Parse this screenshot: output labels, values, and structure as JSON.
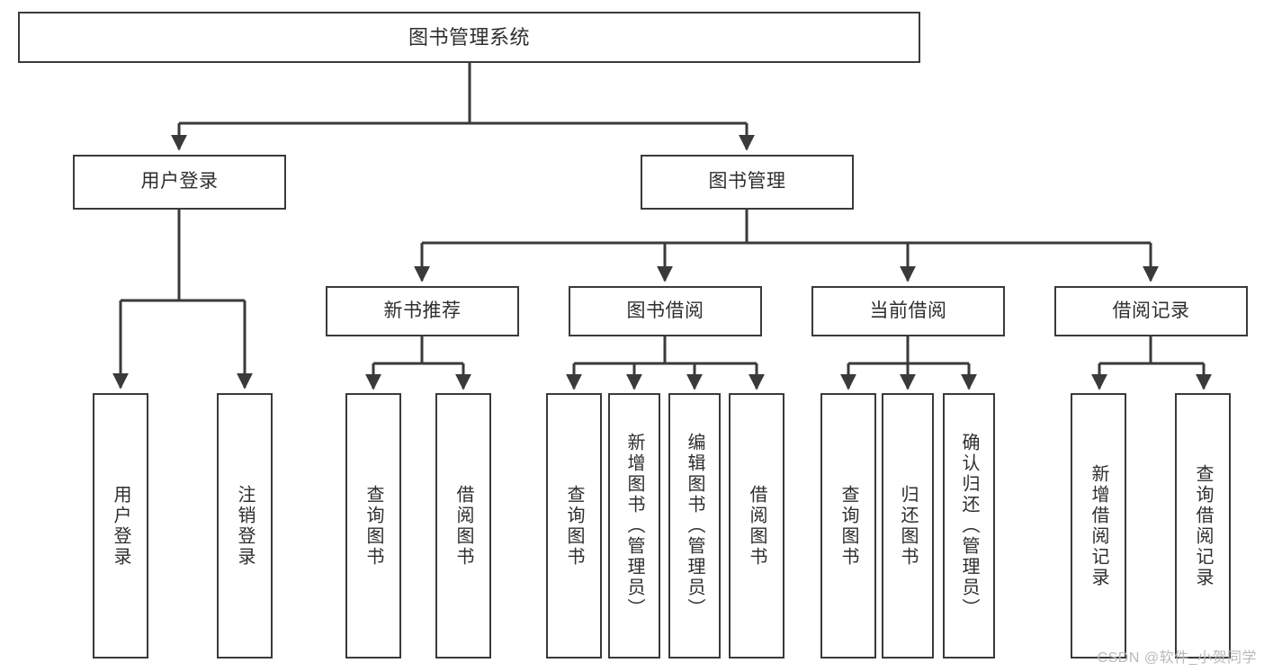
{
  "diagram": {
    "title": "图书管理系统",
    "type": "tree-hierarchy-diagram",
    "accent_color": "#3a3a3a",
    "text_color": "#2e2e2e",
    "background_color": "#ffffff",
    "root": {
      "label": "图书管理系统"
    },
    "level2": [
      {
        "label": "用户登录"
      },
      {
        "label": "图书管理"
      }
    ],
    "level3": [
      {
        "label": "新书推荐"
      },
      {
        "label": "图书借阅"
      },
      {
        "label": "当前借阅"
      },
      {
        "label": "借阅记录"
      }
    ],
    "leaves": {
      "user_login": [
        {
          "label": "用户登录"
        },
        {
          "label": "注销登录"
        }
      ],
      "new_book_recommend": [
        {
          "label": "查询图书"
        },
        {
          "label": "借阅图书"
        }
      ],
      "book_borrow": [
        {
          "label": "查询图书"
        },
        {
          "label": "新增图书（管理员）"
        },
        {
          "label": "编辑图书（管理员）"
        },
        {
          "label": "借阅图书"
        }
      ],
      "current_borrow": [
        {
          "label": "查询图书"
        },
        {
          "label": "归还图书"
        },
        {
          "label": "确认归还（管理员）"
        }
      ],
      "borrow_record": [
        {
          "label": "新增借阅记录"
        },
        {
          "label": "查询借阅记录"
        }
      ]
    }
  },
  "watermark": {
    "text": "CSDN @软件_小贺同学"
  }
}
